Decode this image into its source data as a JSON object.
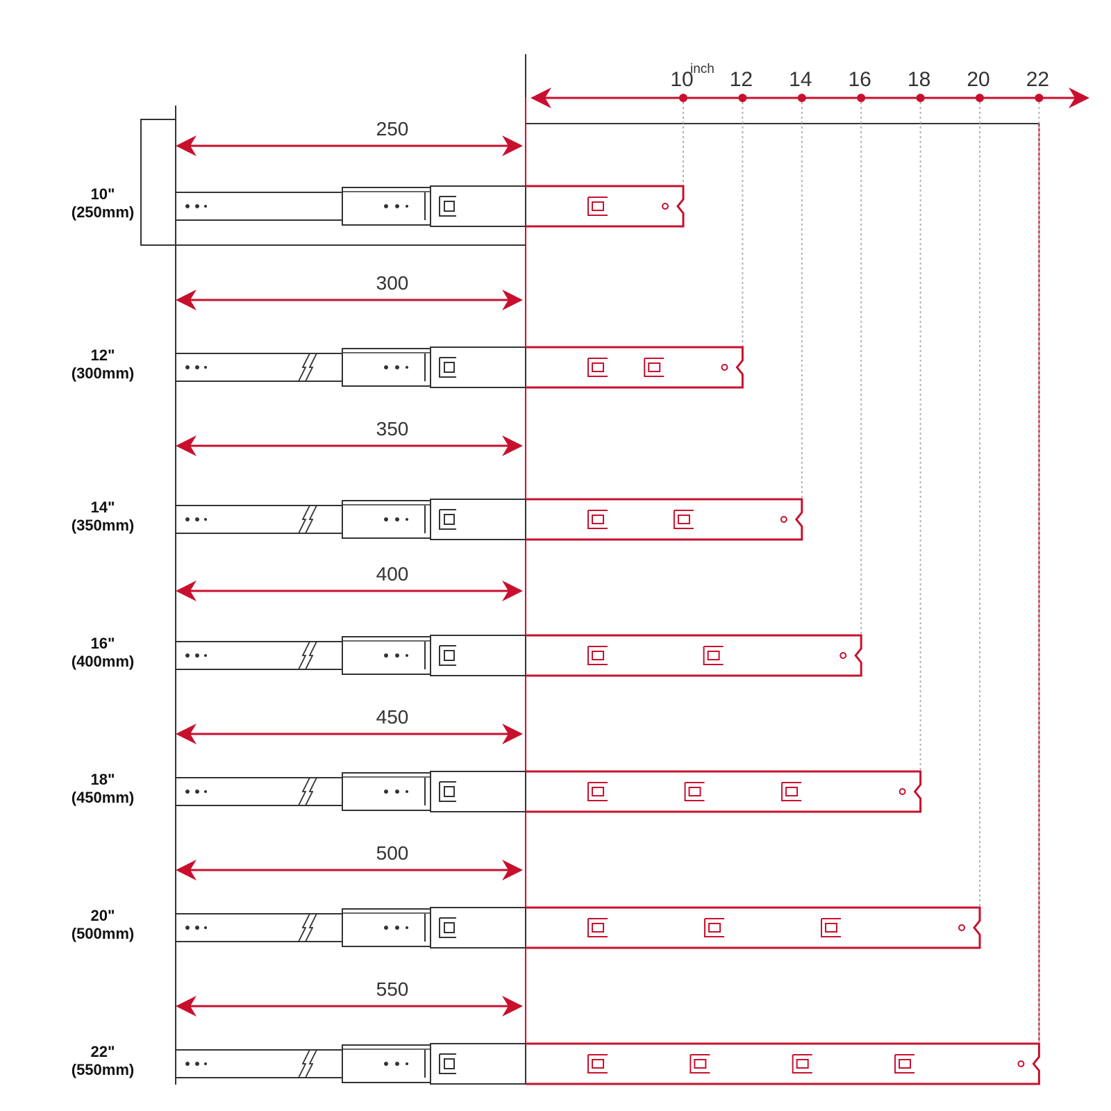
{
  "diagram": {
    "scale": {
      "unit": "inch",
      "ticks": [
        {
          "label": "10",
          "value": 10
        },
        {
          "label": "12",
          "value": 12
        },
        {
          "label": "14",
          "value": 14
        },
        {
          "label": "16",
          "value": 16
        },
        {
          "label": "18",
          "value": 18
        },
        {
          "label": "20",
          "value": 20
        },
        {
          "label": "22",
          "value": 22
        }
      ]
    },
    "slides": [
      {
        "inch": "10\"",
        "mm": "(250mm)",
        "length": "250",
        "extension": 10
      },
      {
        "inch": "12\"",
        "mm": "(300mm)",
        "length": "300",
        "extension": 12
      },
      {
        "inch": "14\"",
        "mm": "(350mm)",
        "length": "350",
        "extension": 14
      },
      {
        "inch": "16\"",
        "mm": "(400mm)",
        "length": "400",
        "extension": 16
      },
      {
        "inch": "18\"",
        "mm": "(450mm)",
        "length": "450",
        "extension": 18
      },
      {
        "inch": "20\"",
        "mm": "(500mm)",
        "length": "500",
        "extension": 20
      },
      {
        "inch": "22\"",
        "mm": "(550mm)",
        "length": "550",
        "extension": 22
      }
    ],
    "colors": {
      "accent": "#c8102e",
      "line": "#333333",
      "guide": "#b0b0b0"
    }
  }
}
